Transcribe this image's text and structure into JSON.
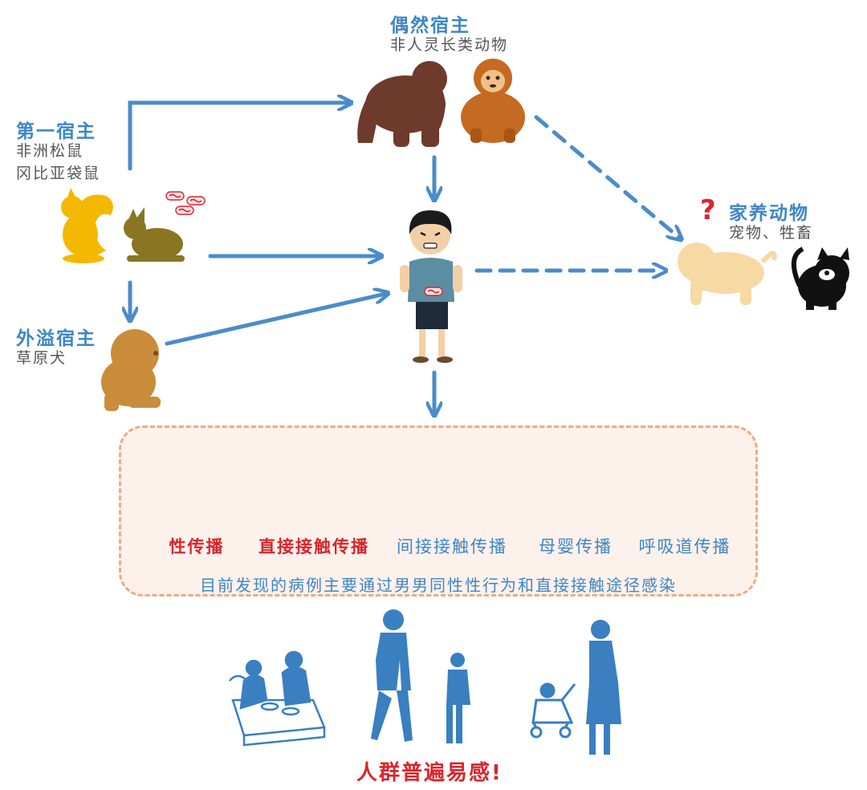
{
  "colors": {
    "arrow": "#4a8ccb",
    "title_blue": "#3f86c4",
    "red": "#d9262c",
    "panel_border": "#f0aa80",
    "panel_fill": "#fdf1ec",
    "ape": "#6e3a2c",
    "monkey": "#c46a22",
    "squirrel": "#f5b800",
    "rabbit": "#8a7522",
    "prairie_dog": "#c98c3a",
    "dog": "#f7d9a3",
    "human_silhouette": "#3a7fc0"
  },
  "incidental_host": {
    "title": "偶然宿主",
    "subtitle": "非人灵长类动物"
  },
  "primary_host": {
    "title": "第一宿主",
    "line1": "非洲松鼠",
    "line2": "冈比亚袋鼠"
  },
  "spillover_host": {
    "title": "外溢宿主",
    "subtitle": "草原犬"
  },
  "domestic_animals": {
    "question_mark": "?",
    "title": "家养动物",
    "subtitle": "宠物、牲畜"
  },
  "transmission": {
    "modes": [
      {
        "label": "性传播",
        "color": "red"
      },
      {
        "label": "直接接触传播",
        "color": "red"
      },
      {
        "label": "间接接触传播",
        "color": "blue"
      },
      {
        "label": "母婴传播",
        "color": "blue"
      },
      {
        "label": "呼吸道传播",
        "color": "blue"
      }
    ],
    "note": "目前发现的病例主要通过男男同性性行为和直接接触途径感染"
  },
  "conclusion": "人群普遍易感!",
  "icons": [
    "ape-icon",
    "monkey-icon",
    "squirrel-icon",
    "rabbit-icon",
    "prairie-dog-icon",
    "dog-icon",
    "cat-icon",
    "infected-boy-icon",
    "virus-icon",
    "couple-icon",
    "handshake-icon",
    "shirt-icon",
    "mother-baby-icon",
    "coughing-woman-icon",
    "dining-people-icon",
    "walking-man-icon",
    "child-icon",
    "stroller-icon",
    "woman-icon"
  ]
}
